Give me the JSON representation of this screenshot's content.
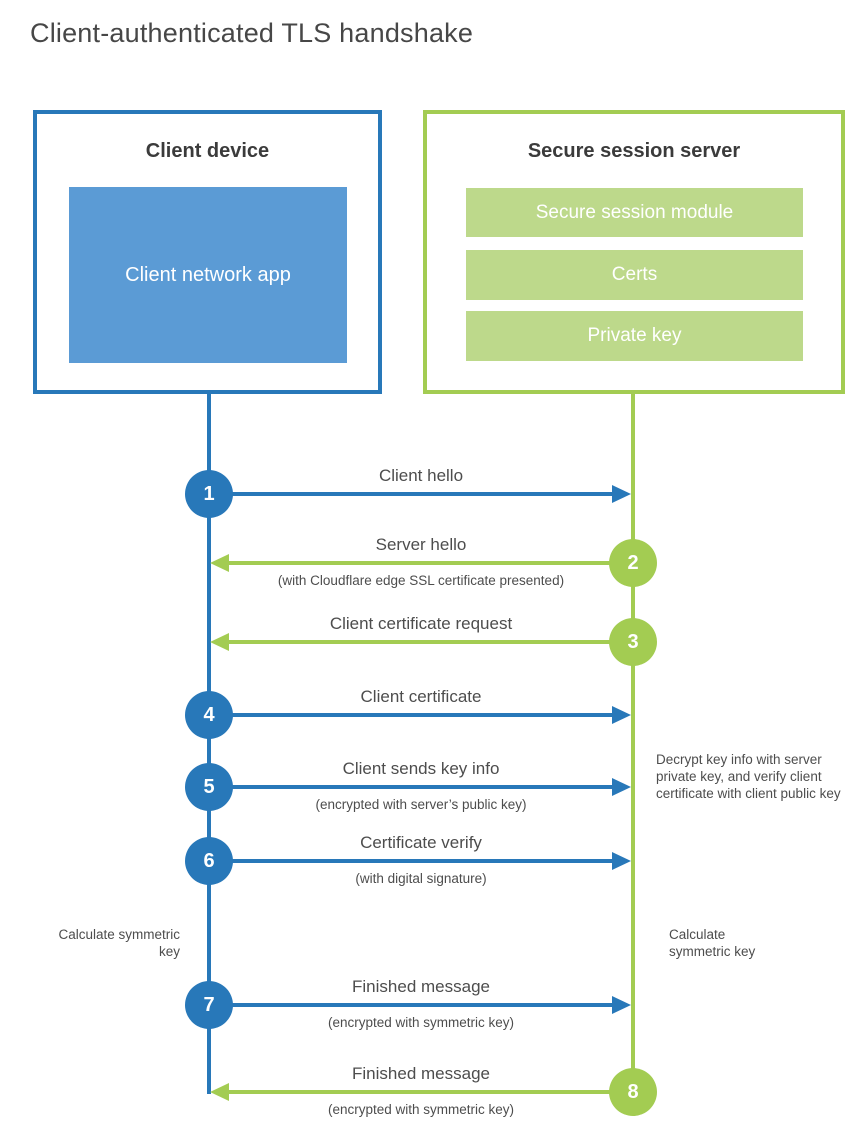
{
  "title": "Client-authenticated TLS handshake",
  "client": {
    "title": "Client device",
    "app_label": "Client network app"
  },
  "server": {
    "title": "Secure session server",
    "modules": [
      "Secure session module",
      "Certs",
      "Private key"
    ]
  },
  "colors": {
    "blue": "#2878b9",
    "blue_fill": "#5b9bd5",
    "green": "#a3cc52",
    "green_fill": "#bdd98b",
    "text_dark": "#3b3b3b",
    "text_gray": "#4d4d4d"
  },
  "steps": [
    {
      "num": "1",
      "direction": "right",
      "label": "Client hello",
      "sub": ""
    },
    {
      "num": "2",
      "direction": "left",
      "label": "Server hello",
      "sub": "(with Cloudflare edge SSL certificate presented)"
    },
    {
      "num": "3",
      "direction": "left",
      "label": "Client certificate request",
      "sub": ""
    },
    {
      "num": "4",
      "direction": "right",
      "label": "Client certificate",
      "sub": ""
    },
    {
      "num": "5",
      "direction": "right",
      "label": "Client sends key info",
      "sub": "(encrypted with server’s public key)"
    },
    {
      "num": "6",
      "direction": "right",
      "label": "Certificate verify",
      "sub": "(with digital signature)"
    },
    {
      "num": "7",
      "direction": "right",
      "label": "Finished message",
      "sub": "(encrypted with symmetric key)"
    },
    {
      "num": "8",
      "direction": "left",
      "label": "Finished message",
      "sub": "(encrypted with symmetric key)"
    }
  ],
  "annotations": {
    "decrypt_note": "Decrypt key info with server private key, and verify client certificate with client public key",
    "calc_left": "Calculate symmetric key",
    "calc_right": "Calculate symmetric key"
  }
}
